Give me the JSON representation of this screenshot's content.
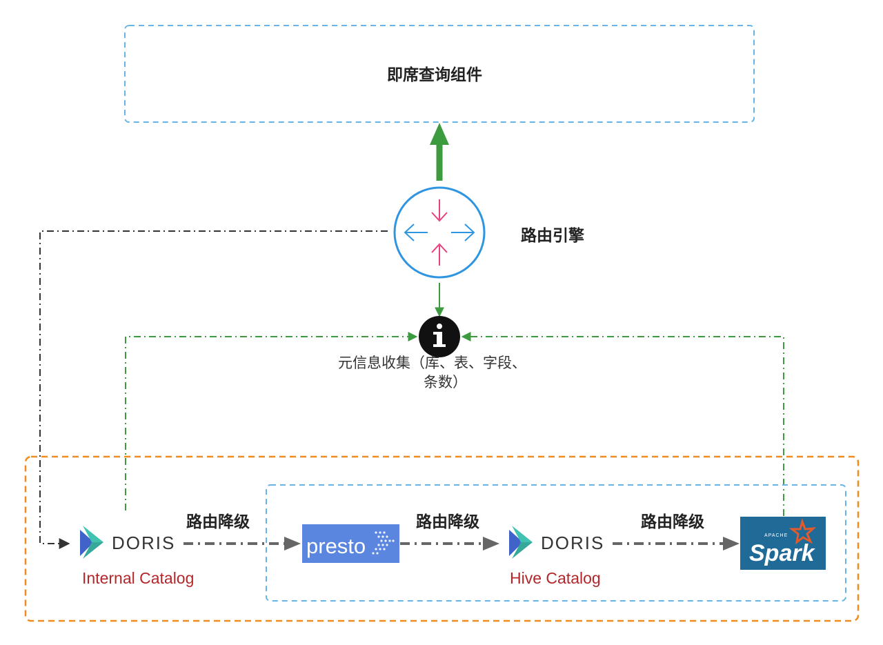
{
  "top_box": {
    "label": "即席查询组件"
  },
  "router": {
    "label": "路由引擎"
  },
  "metadata": {
    "label_line1": "元信息收集（库、表、字段、",
    "label_line2": "条数）"
  },
  "edges": {
    "fallback_1": "路由降级",
    "fallback_2": "路由降级",
    "fallback_3": "路由降级"
  },
  "engines": {
    "doris_internal": {
      "logo_text": "DORIS",
      "catalog": "Internal Catalog"
    },
    "presto": {
      "logo_text": "presto"
    },
    "doris_hive": {
      "logo_text": "DORIS",
      "catalog": "Hive Catalog"
    },
    "spark": {
      "logo_text": "Spark",
      "logo_subtext": "APACHE"
    }
  },
  "colors": {
    "blue_dashed": "#66b4e6",
    "orange_dashed": "#ef8b1f",
    "green": "#3c9a3f",
    "dark_dashdot": "#333333",
    "gray_arrow": "#666666",
    "catalog_red": "#b3262a",
    "router_pink": "#e6407f",
    "router_blue": "#2f95e0",
    "presto_bg": "#5b86e0",
    "spark_bg": "#1f6a96",
    "spark_star": "#e35a2b",
    "doris_teal": "#3fc2b0",
    "doris_blue": "#3f63c9"
  }
}
